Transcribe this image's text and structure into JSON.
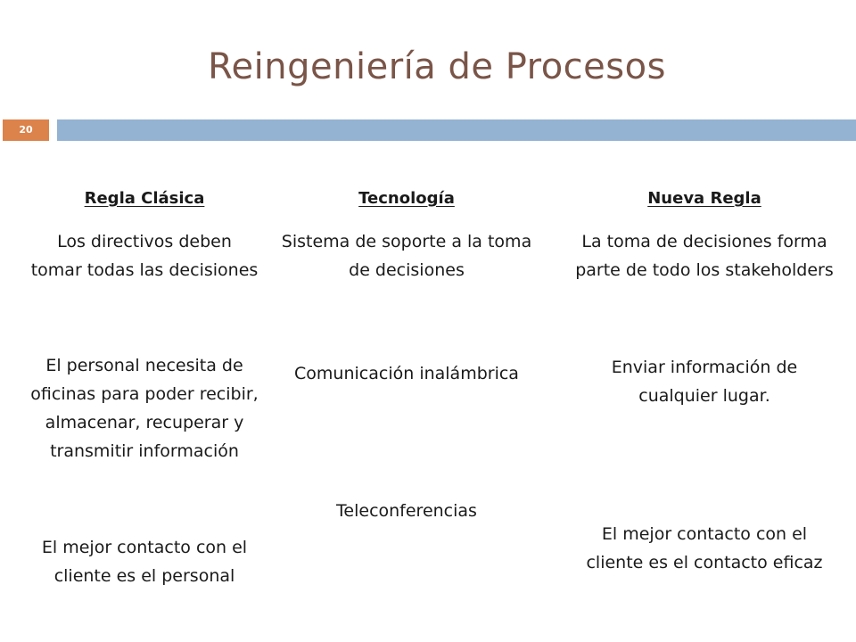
{
  "slide": {
    "title": "Reingeniería de Procesos",
    "number": "20"
  },
  "columns": [
    {
      "header": "Regla Clásica",
      "rows": [
        "Los directivos deben tomar todas las decisiones",
        "El personal necesita de oficinas para poder recibir, almacenar, recuperar y transmitir información",
        "El mejor contacto con el cliente es el personal"
      ]
    },
    {
      "header": "Tecnología",
      "rows": [
        "Sistema de soporte a la toma de decisiones",
        "Comunicación inalámbrica",
        "Teleconferencias"
      ]
    },
    {
      "header": "Nueva Regla",
      "rows": [
        "La toma de decisiones forma parte de todo los stakeholders",
        "Enviar información de cualquier lugar.",
        "El mejor contacto con el cliente es el contacto eficaz"
      ]
    }
  ],
  "colors": {
    "title": "#7a5548",
    "title_bar": "#94b3d3",
    "slide_number_bg": "#dc824b"
  }
}
